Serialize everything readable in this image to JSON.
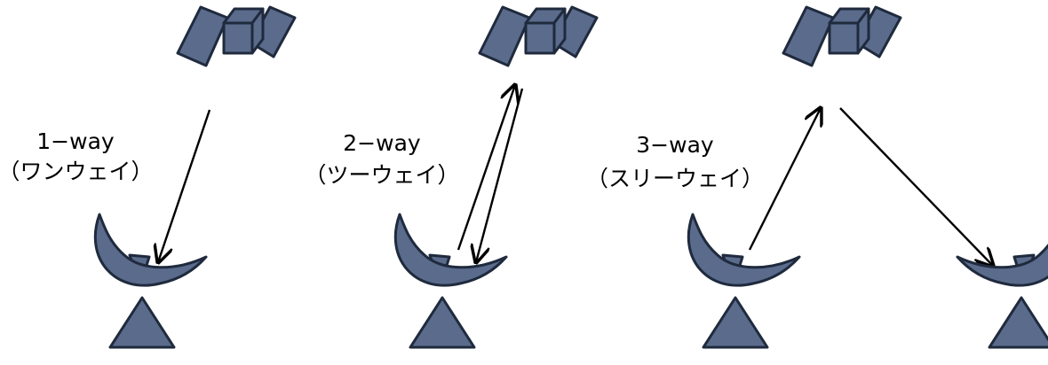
{
  "colors": {
    "fill": "#5a6b8c",
    "stroke": "#1f2a3d",
    "arrow": "#000000",
    "background": "#ffffff"
  },
  "panels": [
    {
      "id": "one-way",
      "title": "1−way",
      "subtitle": "（ワンウェイ）"
    },
    {
      "id": "two-way",
      "title": "2−way",
      "subtitle": "（ツーウェイ）"
    },
    {
      "id": "three-way",
      "title": "3−way",
      "subtitle": "（スリーウェイ）"
    }
  ]
}
